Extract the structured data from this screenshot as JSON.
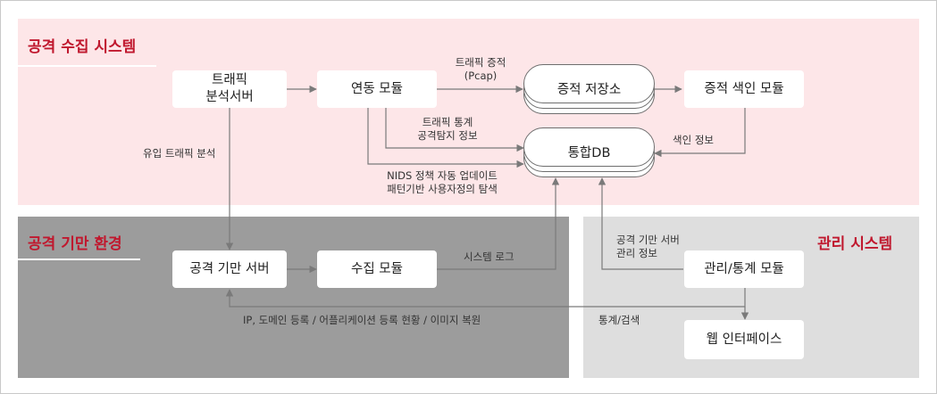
{
  "regions": {
    "collect_title": "공격 수집 시스템",
    "attack_title": "공격 기만 환경",
    "manage_title": "관리 시스템"
  },
  "nodes": {
    "traffic_server_line1": "트래픽",
    "traffic_server_line2": "분석서버",
    "link_module": "연동 모듈",
    "evidence_store": "증적 저장소",
    "evidence_index": "증적 색인 모듈",
    "integrated_db": "통합DB",
    "attack_server": "공격 기만 서버",
    "collect_module": "수집 모듈",
    "manage_module": "관리/통계 모듈",
    "web_interface": "웹 인터페이스"
  },
  "edge_labels": {
    "traffic_evidence_1": "트래픽 증적",
    "traffic_evidence_2": "(Pcap)",
    "traffic_stats_1": "트래픽 통계",
    "traffic_stats_2": "공격탐지 정보",
    "nids_1": "NIDS 정책 자동 업데이트",
    "nids_2": "패턴기반 사용자정의 탐색",
    "index_info": "색인 정보",
    "inflow_analysis": "유입 트래픽 분석",
    "system_log": "시스템 로그",
    "server_info_1": "공격 기만 서버",
    "server_info_2": "관리 정보",
    "ip_domain": "IP, 도메인 등록 / 어플리케이션 등록 현황 / 이미지 복원",
    "stats_search": "통계/검색"
  },
  "colors": {
    "collect_bg": "#fde6e8",
    "attack_bg": "#9c9c9c",
    "manage_bg": "#dedede",
    "title_red": "#c0182e",
    "arrow": "#7a7a7a"
  }
}
